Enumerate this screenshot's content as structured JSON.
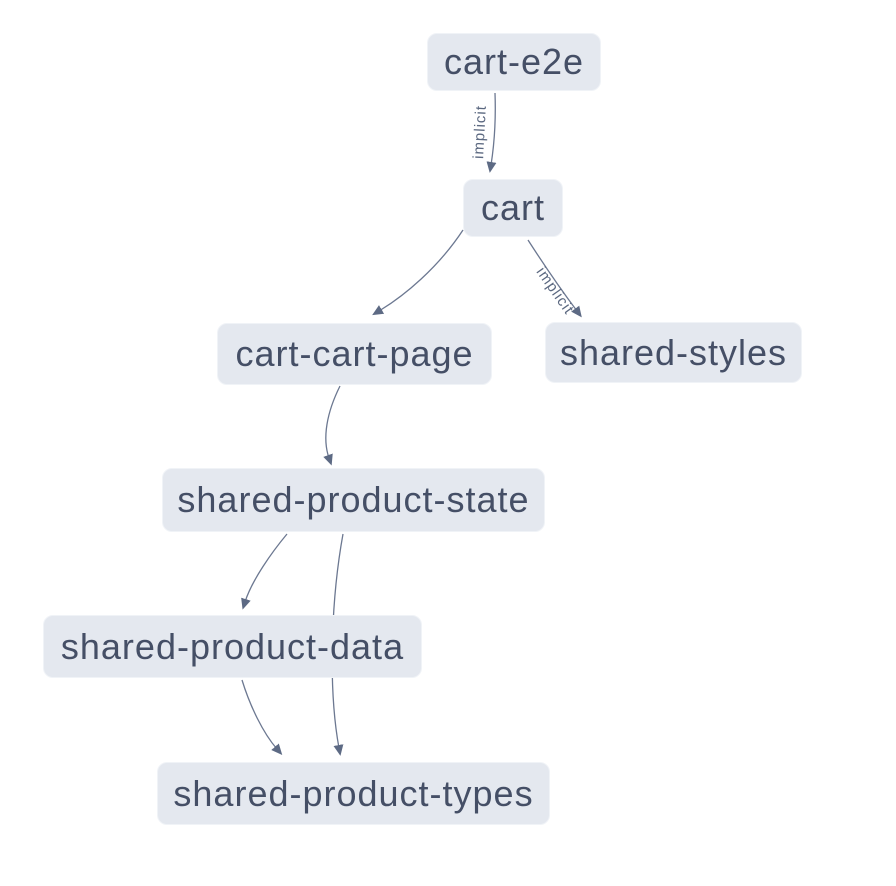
{
  "graph": {
    "type": "dependency-graph",
    "colors": {
      "node-fill": "#e4e8ef",
      "node-border": "#f0f3f7",
      "node-text": "#454f66",
      "edge-stroke": "#6c7891",
      "arrow-fill": "#5d6a84",
      "label-text": "#5b6880",
      "bg": "#ffffff"
    },
    "nodes": [
      {
        "id": "cart-e2e",
        "label": "cart-e2e"
      },
      {
        "id": "cart",
        "label": "cart"
      },
      {
        "id": "cart-cart-page",
        "label": "cart-cart-page"
      },
      {
        "id": "shared-styles",
        "label": "shared-styles"
      },
      {
        "id": "shared-product-state",
        "label": "shared-product-state"
      },
      {
        "id": "shared-product-data",
        "label": "shared-product-data"
      },
      {
        "id": "shared-product-types",
        "label": "shared-product-types"
      }
    ],
    "edges": [
      {
        "from": "cart-e2e",
        "to": "cart",
        "label": "implicit"
      },
      {
        "from": "cart",
        "to": "cart-cart-page",
        "label": ""
      },
      {
        "from": "cart",
        "to": "shared-styles",
        "label": "implicit"
      },
      {
        "from": "cart-cart-page",
        "to": "shared-product-state",
        "label": ""
      },
      {
        "from": "shared-product-state",
        "to": "shared-product-data",
        "label": ""
      },
      {
        "from": "shared-product-state",
        "to": "shared-product-types",
        "label": ""
      },
      {
        "from": "shared-product-data",
        "to": "shared-product-types",
        "label": ""
      }
    ]
  }
}
